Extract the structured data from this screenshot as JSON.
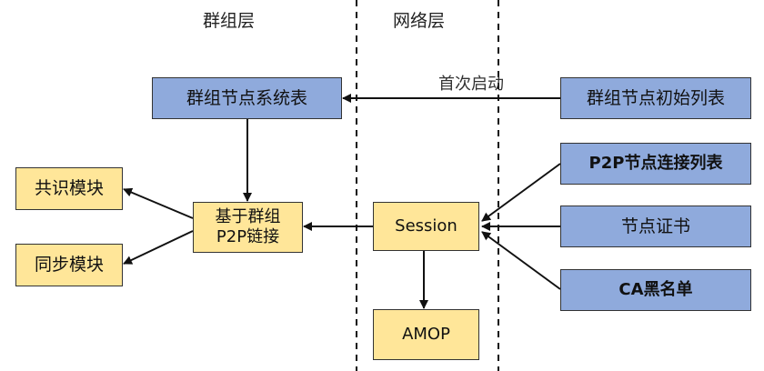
{
  "layers": {
    "group": "群组层",
    "network": "网络层"
  },
  "nodes": {
    "group_node_table": "群组节点系统表",
    "group_node_init_list": "群组节点初始列表",
    "p2p_conn_list": "P2P节点连接列表",
    "node_cert": "节点证书",
    "ca_blacklist": "CA黑名单",
    "consensus": "共识模块",
    "sync": "同步模块",
    "p2p_link_line1": "基于群组",
    "p2p_link_line2": "P2P链接",
    "session": "Session",
    "amop": "AMOP"
  },
  "edge_labels": {
    "first_start": "首次启动"
  },
  "colors": {
    "blue_box": "#8faadc",
    "yellow_box": "#ffe699"
  }
}
